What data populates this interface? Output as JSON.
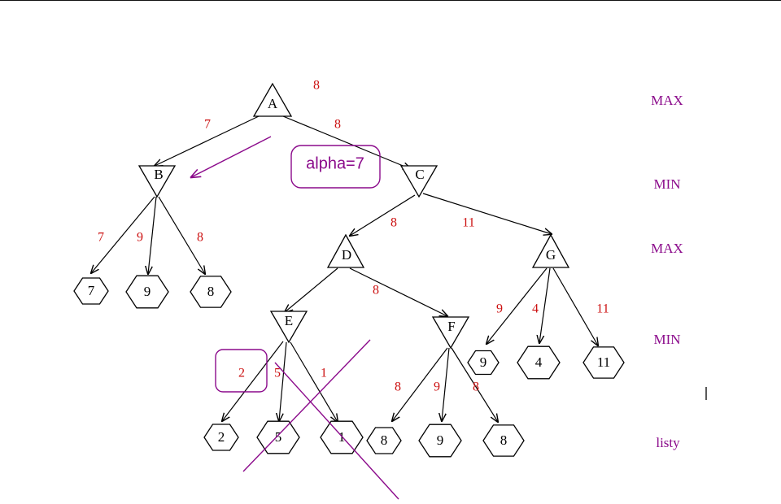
{
  "nodes": {
    "A": "A",
    "B": "B",
    "C": "C",
    "D": "D",
    "E": "E",
    "F": "F",
    "G": "G"
  },
  "leaves": {
    "b1": "7",
    "b2": "9",
    "b3": "8",
    "g1": "9",
    "g2": "4",
    "g3": "11",
    "e1": "2",
    "e2": "5",
    "e3": "1",
    "f1": "8",
    "f2": "9",
    "f3": "8"
  },
  "values": {
    "A_val": "8",
    "AB": "7",
    "AC": "8",
    "B1": "7",
    "B2": "9",
    "B3": "8",
    "CD": "8",
    "CG": "11",
    "DF": "8",
    "G1": "9",
    "G2": "4",
    "G3": "11",
    "E1": "2",
    "E2": "5",
    "E3": "1",
    "F1": "8",
    "F2": "9",
    "F3": "8"
  },
  "levels": {
    "l0": "MAX",
    "l1": "MIN",
    "l2": "MAX",
    "l3": "MIN",
    "l4": "listy"
  },
  "annotation": {
    "alpha": "alpha=7"
  },
  "colors": {
    "value": "#cc1111",
    "annotation": "#8b0a8b"
  }
}
